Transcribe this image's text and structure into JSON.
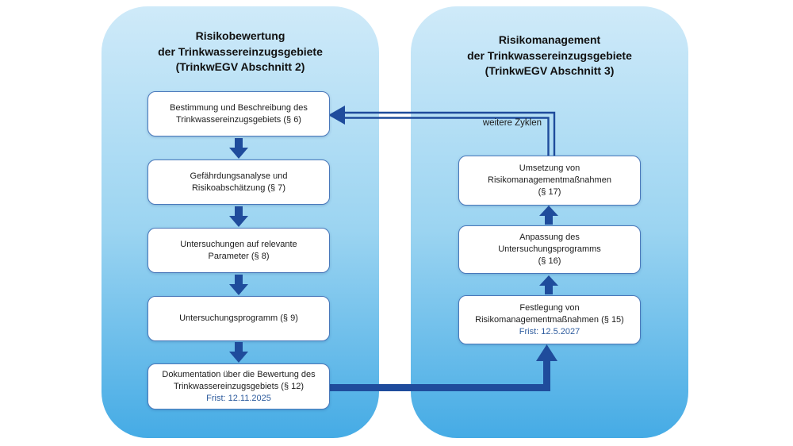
{
  "colors": {
    "panel_top": "#cfeaf9",
    "panel_mid": "#9bd4f1",
    "panel_bottom": "#45abe5",
    "box_border": "#4a78ba",
    "arrow": "#1f4c9c",
    "deadline_text": "#2e5c9e",
    "text": "#1c1c1c"
  },
  "left_panel": {
    "title_lines": [
      "Risikobewertung",
      "der Trinkwassereinzugsgebiete",
      "(TrinkwEGV Abschnitt 2)"
    ],
    "boxes": [
      {
        "lines": [
          "Bestimmung und Beschreibung des",
          "Trinkwassereinzugsgebiets (§ 6)"
        ]
      },
      {
        "lines": [
          "Gefährdungsanalyse und",
          "Risikoabschätzung (§ 7)"
        ]
      },
      {
        "lines": [
          "Untersuchungen auf relevante",
          "Parameter (§ 8)"
        ]
      },
      {
        "lines": [
          "Untersuchungsprogramm (§ 9)"
        ]
      },
      {
        "lines": [
          "Dokumentation über die Bewertung des",
          "Trinkwassereinzugsgebiets (§ 12)"
        ],
        "deadline": "Frist: 12.11.2025"
      }
    ]
  },
  "right_panel": {
    "title_lines": [
      "Risikomanagement",
      "der Trinkwassereinzugsgebiete",
      "(TrinkwEGV Abschnitt 3)"
    ],
    "boxes": [
      {
        "lines": [
          "Umsetzung von",
          "Risikomanagementmaßnahmen",
          "(§ 17)"
        ]
      },
      {
        "lines": [
          "Anpassung des",
          "Untersuchungsprogramms",
          "(§ 16)"
        ]
      },
      {
        "lines": [
          "Festlegung von",
          "Risikomanagementmaßnahmen (§ 15)"
        ],
        "deadline": "Frist: 12.5.2027"
      }
    ]
  },
  "labels": {
    "feedback_arrow": "weitere Zyklen"
  }
}
